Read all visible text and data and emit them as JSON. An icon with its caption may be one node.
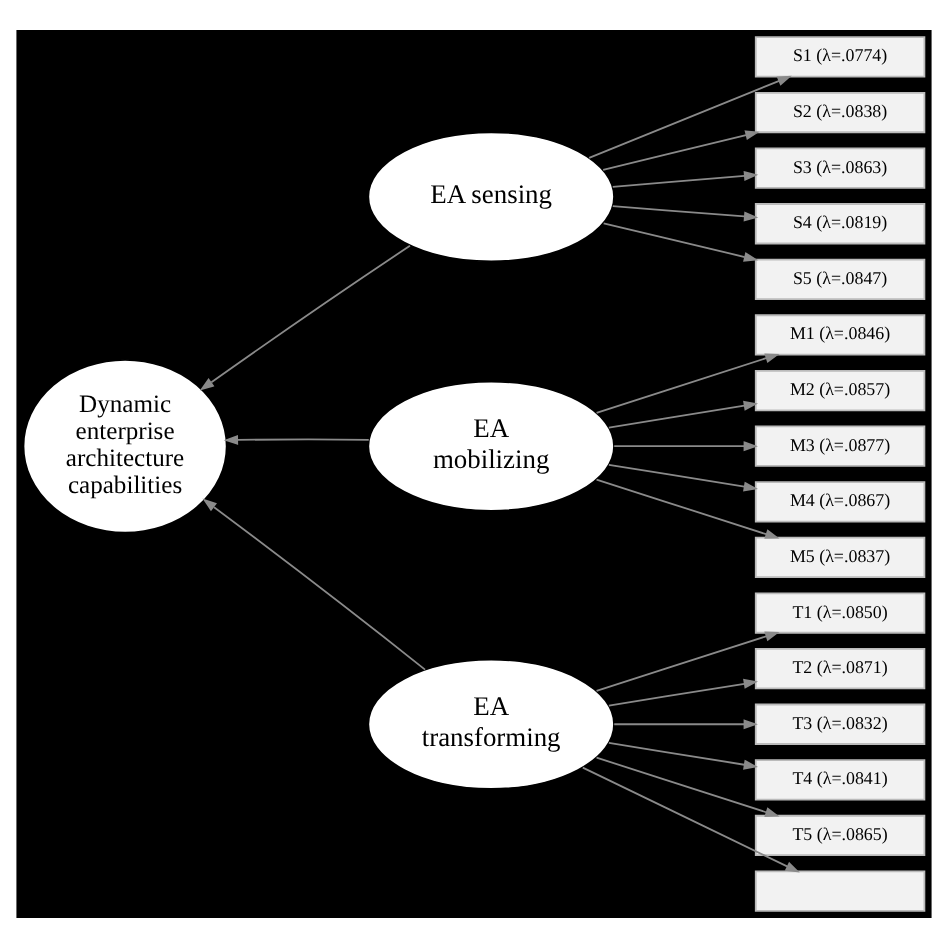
{
  "diagram": {
    "nodes": [
      {
        "text": [
          "Dynamic enterprise architecture capabilities"
        ]
      },
      {
        "text": [
          "EA sensing"
        ]
      },
      {
        "text": [
          "EA mobilizing"
        ]
      },
      {
        "text": [
          "EA transforming"
        ]
      },
      {
        "text": [
          "S1 (λ=.0774)"
        ]
      },
      {
        "text": [
          "S2 (λ=.0838)"
        ]
      },
      {
        "text": [
          "S3 (λ=.0863)"
        ]
      },
      {
        "text": [
          "S4 (λ=.0819)"
        ]
      },
      {
        "text": [
          "S5 (λ=.0847)"
        ]
      },
      {
        "text": [
          "M1 (λ=.0846)"
        ]
      },
      {
        "text": [
          "M2 (λ=.0857)"
        ]
      },
      {
        "text": [
          "M3 (λ=.0877)"
        ]
      },
      {
        "text": [
          "M4 (λ=.0867)"
        ]
      },
      {
        "text": [
          "M5 (λ=.0837)"
        ]
      },
      {
        "text": [
          "T1 (λ=.0850)"
        ]
      },
      {
        "text": [
          "T2 (λ=.0871)"
        ]
      },
      {
        "text": [
          "T3 (λ=.0832)"
        ]
      },
      {
        "text": [
          "T4 (λ=.0841)"
        ]
      },
      {
        "text": [
          "T5 (λ=.0865)"
        ]
      },
      {
        "text": [],
        "shape": "box"
      }
    ],
    "edges": [
      {
        "from": 1,
        "to": 0,
        "arrow": "to"
      },
      {
        "from": 2,
        "to": 0,
        "arrow": "to"
      },
      {
        "from": 3,
        "to": 0,
        "arrow": "to"
      },
      {
        "from": 1,
        "to": 4,
        "arrow": "to"
      },
      {
        "from": 1,
        "to": 5,
        "arrow": "to"
      },
      {
        "from": 1,
        "to": 6,
        "arrow": "to"
      },
      {
        "from": 1,
        "to": 7,
        "arrow": "to"
      },
      {
        "from": 1,
        "to": 8,
        "arrow": "to"
      },
      {
        "from": 2,
        "to": 9,
        "arrow": "to"
      },
      {
        "from": 2,
        "to": 10,
        "arrow": "to"
      },
      {
        "from": 2,
        "to": 11,
        "arrow": "to"
      },
      {
        "from": 2,
        "to": 12,
        "arrow": "to"
      },
      {
        "from": 2,
        "to": 13,
        "arrow": "to"
      },
      {
        "from": 3,
        "to": 14,
        "arrow": "to"
      },
      {
        "from": 3,
        "to": 15,
        "arrow": "to"
      },
      {
        "from": 3,
        "to": 16,
        "arrow": "to"
      },
      {
        "from": 3,
        "to": 17,
        "arrow": "to"
      },
      {
        "from": 3,
        "to": 18,
        "arrow": "to"
      },
      {
        "from": 3,
        "to": 19,
        "arrow": "to"
      }
    ]
  }
}
